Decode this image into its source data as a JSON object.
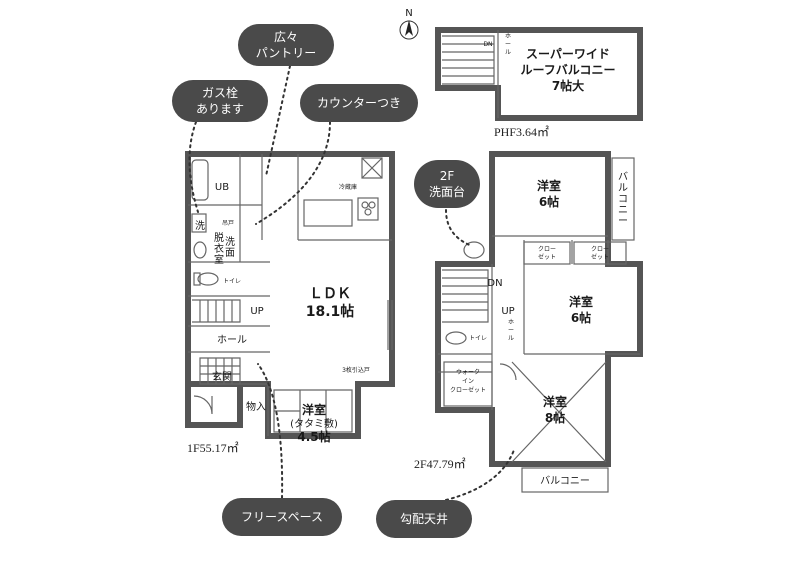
{
  "floor1": {
    "area": "1F55.17㎡",
    "ub": "UB",
    "wash": "洗",
    "dressing": [
      "脱",
      "衣",
      "室"
    ],
    "washbasin": [
      "洗",
      "面"
    ],
    "toilet": "トイレ",
    "up": "UP",
    "hall": "ホール",
    "entrance": "玄関",
    "storage": "物入",
    "ldk_name": "ＬＤＫ",
    "ldk_size": "18.1帖",
    "sliding": "3枚引込戸",
    "japanese_room": "洋室",
    "japanese_note": "(タタミ敷)",
    "japanese_size": "4.5帖",
    "fridge": "冷蔵庫",
    "shelf": "吊戸"
  },
  "floor2": {
    "area": "2F47.79㎡",
    "room1": "洋室",
    "room1_size": "6帖",
    "room2": "洋室",
    "room2_size": "6帖",
    "room3": "洋室",
    "room3_size": "8帖",
    "balcony_side": [
      "バ",
      "ル",
      "コ",
      "ニ",
      "ー"
    ],
    "balcony_bottom": "バルコニー",
    "closet1": [
      "クロー",
      "ゼット"
    ],
    "closet2": [
      "クロー",
      "ゼット"
    ],
    "walkin": [
      "ウォーク",
      "イン",
      "クローゼット"
    ],
    "dn": "DN",
    "up": "UP",
    "hall": [
      "ホ",
      "ー",
      "ル"
    ],
    "toilet": "トイレ"
  },
  "penthouse": {
    "area": "PHF3.64㎡",
    "dn": "DN",
    "hall": [
      "ホ",
      "ー",
      "ル"
    ],
    "balcony": [
      "スーパーワイド",
      "ルーフバルコニー",
      "7帖大"
    ]
  },
  "compass": "N",
  "callouts": {
    "pantry": [
      "広々",
      "パントリー"
    ],
    "gas": [
      "ガス栓",
      "あります"
    ],
    "counter": "カウンターつき",
    "washstand": [
      "2F",
      "洗面台"
    ],
    "free_space": "フリースペース",
    "ceiling": "勾配天井"
  },
  "colors": {
    "callout_bg": "#4a4a4a",
    "wall": "#555555",
    "background": "#ffffff"
  }
}
